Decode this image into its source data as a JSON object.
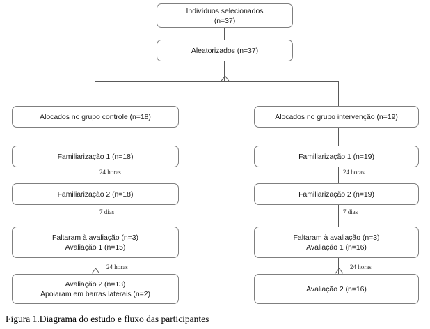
{
  "figure": {
    "caption": "Figura 1.Diagrama do estudo e fluxo das participantes",
    "line_color": "#595959",
    "box_border_color": "#7f7f7f",
    "text_color": "#1a1a1a",
    "background": "#ffffff"
  },
  "chart_data": {
    "type": "diagram",
    "subtype": "flowchart-consort",
    "title": "Figura 1.Diagrama do estudo e fluxo das participantes",
    "nodes": [
      {
        "id": "selecionados",
        "lines": [
          "Indivíduos selecionados",
          "(n=37)"
        ],
        "branch": "top"
      },
      {
        "id": "aleatorizados",
        "lines": [
          "Aleatorizados (n=37)"
        ],
        "branch": "top"
      },
      {
        "id": "alocados-controle",
        "lines": [
          "Alocados no grupo controle (n=18)"
        ],
        "branch": "left"
      },
      {
        "id": "familiarizacao1-controle",
        "lines": [
          "Familiarização 1 (n=18)"
        ],
        "branch": "left"
      },
      {
        "id": "familiarizacao2-controle",
        "lines": [
          "Familiarização 2 (n=18)"
        ],
        "branch": "left"
      },
      {
        "id": "faltaram-controle",
        "lines": [
          "Faltaram à avaliação (n=3)",
          "Avaliação 1 (n=15)"
        ],
        "branch": "left"
      },
      {
        "id": "avaliacao2-controle",
        "lines": [
          "Avaliação 2 (n=13)",
          "Apoiaram em barras laterais (n=2)"
        ],
        "branch": "left"
      },
      {
        "id": "alocados-intervencao",
        "lines": [
          "Alocados no grupo intervenção (n=19)"
        ],
        "branch": "right"
      },
      {
        "id": "familiarizacao1-intervencao",
        "lines": [
          "Familiarização 1 (n=19)"
        ],
        "branch": "right"
      },
      {
        "id": "familiarizacao2-intervencao",
        "lines": [
          "Familiarização 2 (n=19)"
        ],
        "branch": "right"
      },
      {
        "id": "faltaram-intervencao",
        "lines": [
          "Faltaram à avaliação (n=3)",
          "Avaliação 1 (n=16)"
        ],
        "branch": "right"
      },
      {
        "id": "avaliacao2-intervencao",
        "lines": [
          "Avaliação 2 (n=16)"
        ],
        "branch": "right"
      }
    ],
    "edge_labels": [
      {
        "id": "left-24h-1",
        "text": "24 horas"
      },
      {
        "id": "left-7d",
        "text": "7 dias"
      },
      {
        "id": "left-24h-2",
        "text": "24 horas"
      },
      {
        "id": "right-24h-1",
        "text": "24 horas"
      },
      {
        "id": "right-7d",
        "text": "7 dias"
      },
      {
        "id": "right-24h-2",
        "text": "24 horas"
      }
    ]
  },
  "boxes": {
    "selecionados": {
      "line1": "Indivíduos selecionados",
      "line2": "(n=37)"
    },
    "aleatorizados": {
      "line1": "Aleatorizados (n=37)"
    },
    "alocados_controle": {
      "line1": "Alocados no grupo controle (n=18)"
    },
    "familiarizacao1_controle": {
      "line1": "Familiarização 1 (n=18)"
    },
    "familiarizacao2_controle": {
      "line1": "Familiarização 2 (n=18)"
    },
    "faltaram_controle": {
      "line1": "Faltaram à avaliação (n=3)",
      "line2": "Avaliação 1 (n=15)"
    },
    "avaliacao2_controle": {
      "line1": "Avaliação 2 (n=13)",
      "line2": "Apoiaram em barras laterais (n=2)"
    },
    "alocados_intervencao": {
      "line1": "Alocados no grupo intervenção (n=19)"
    },
    "familiarizacao1_intervencao": {
      "line1": "Familiarização 1 (n=19)"
    },
    "familiarizacao2_intervencao": {
      "line1": "Familiarização 2 (n=19)"
    },
    "faltaram_intervencao": {
      "line1": "Faltaram à avaliação (n=3)",
      "line2": "Avaliação 1 (n=16)"
    },
    "avaliacao2_intervencao": {
      "line1": "Avaliação 2 (n=16)"
    }
  },
  "labels": {
    "left_24h_1": "24 horas",
    "left_7dias": "7 dias",
    "left_24h_2": "24 horas",
    "right_24h_1": "24 horas",
    "right_7dias": "7 dias",
    "right_24h_2": "24 horas"
  }
}
